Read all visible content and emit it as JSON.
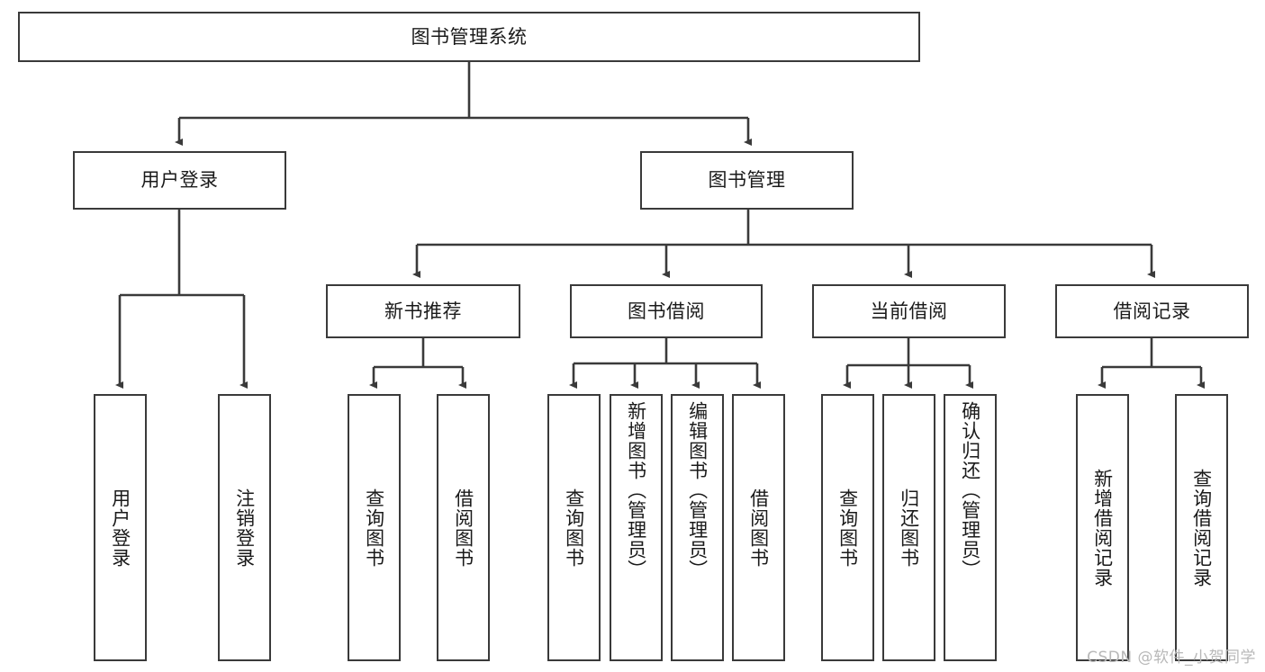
{
  "diagram": {
    "type": "tree-hierarchy-flowchart",
    "title": "图书管理系统",
    "watermark": "CSDN @软件_小贺同学",
    "colors": {
      "box_stroke": "#3a3a3a",
      "box_fill": "#ffffff",
      "connector": "#3a3a3a",
      "text": "#1a1a1a",
      "watermark": "#b8b8b8"
    },
    "nodes": {
      "root": {
        "label": "图书管理系统"
      },
      "level2": [
        {
          "id": "user-login",
          "label": "用户登录"
        },
        {
          "id": "book-manage",
          "label": "图书管理"
        }
      ],
      "level3": [
        {
          "id": "new-book-recommend",
          "label": "新书推荐"
        },
        {
          "id": "book-borrow",
          "label": "图书借阅"
        },
        {
          "id": "current-borrow",
          "label": "当前借阅"
        },
        {
          "id": "borrow-record",
          "label": "借阅记录"
        }
      ],
      "leaves": {
        "user_login": [
          {
            "id": "leaf-user-login",
            "label": "用户登录"
          },
          {
            "id": "leaf-logout-login",
            "label": "注销登录"
          }
        ],
        "new_book_recommend": [
          {
            "id": "leaf-query-book-1",
            "label": "查询图书"
          },
          {
            "id": "leaf-borrow-book-1",
            "label": "借阅图书"
          }
        ],
        "book_borrow": [
          {
            "id": "leaf-query-book-2",
            "label": "查询图书"
          },
          {
            "id": "leaf-add-book",
            "label": "新增图书（管理员）"
          },
          {
            "id": "leaf-edit-book",
            "label": "编辑图书（管理员）"
          },
          {
            "id": "leaf-borrow-book-2",
            "label": "借阅图书"
          }
        ],
        "current_borrow": [
          {
            "id": "leaf-query-book-3",
            "label": "查询图书"
          },
          {
            "id": "leaf-return-book",
            "label": "归还图书"
          },
          {
            "id": "leaf-confirm-return",
            "label": "确认归还（管理员）"
          }
        ],
        "borrow_record": [
          {
            "id": "leaf-add-record",
            "label": "新增借阅记录"
          },
          {
            "id": "leaf-query-record",
            "label": "查询借阅记录"
          }
        ]
      }
    }
  }
}
